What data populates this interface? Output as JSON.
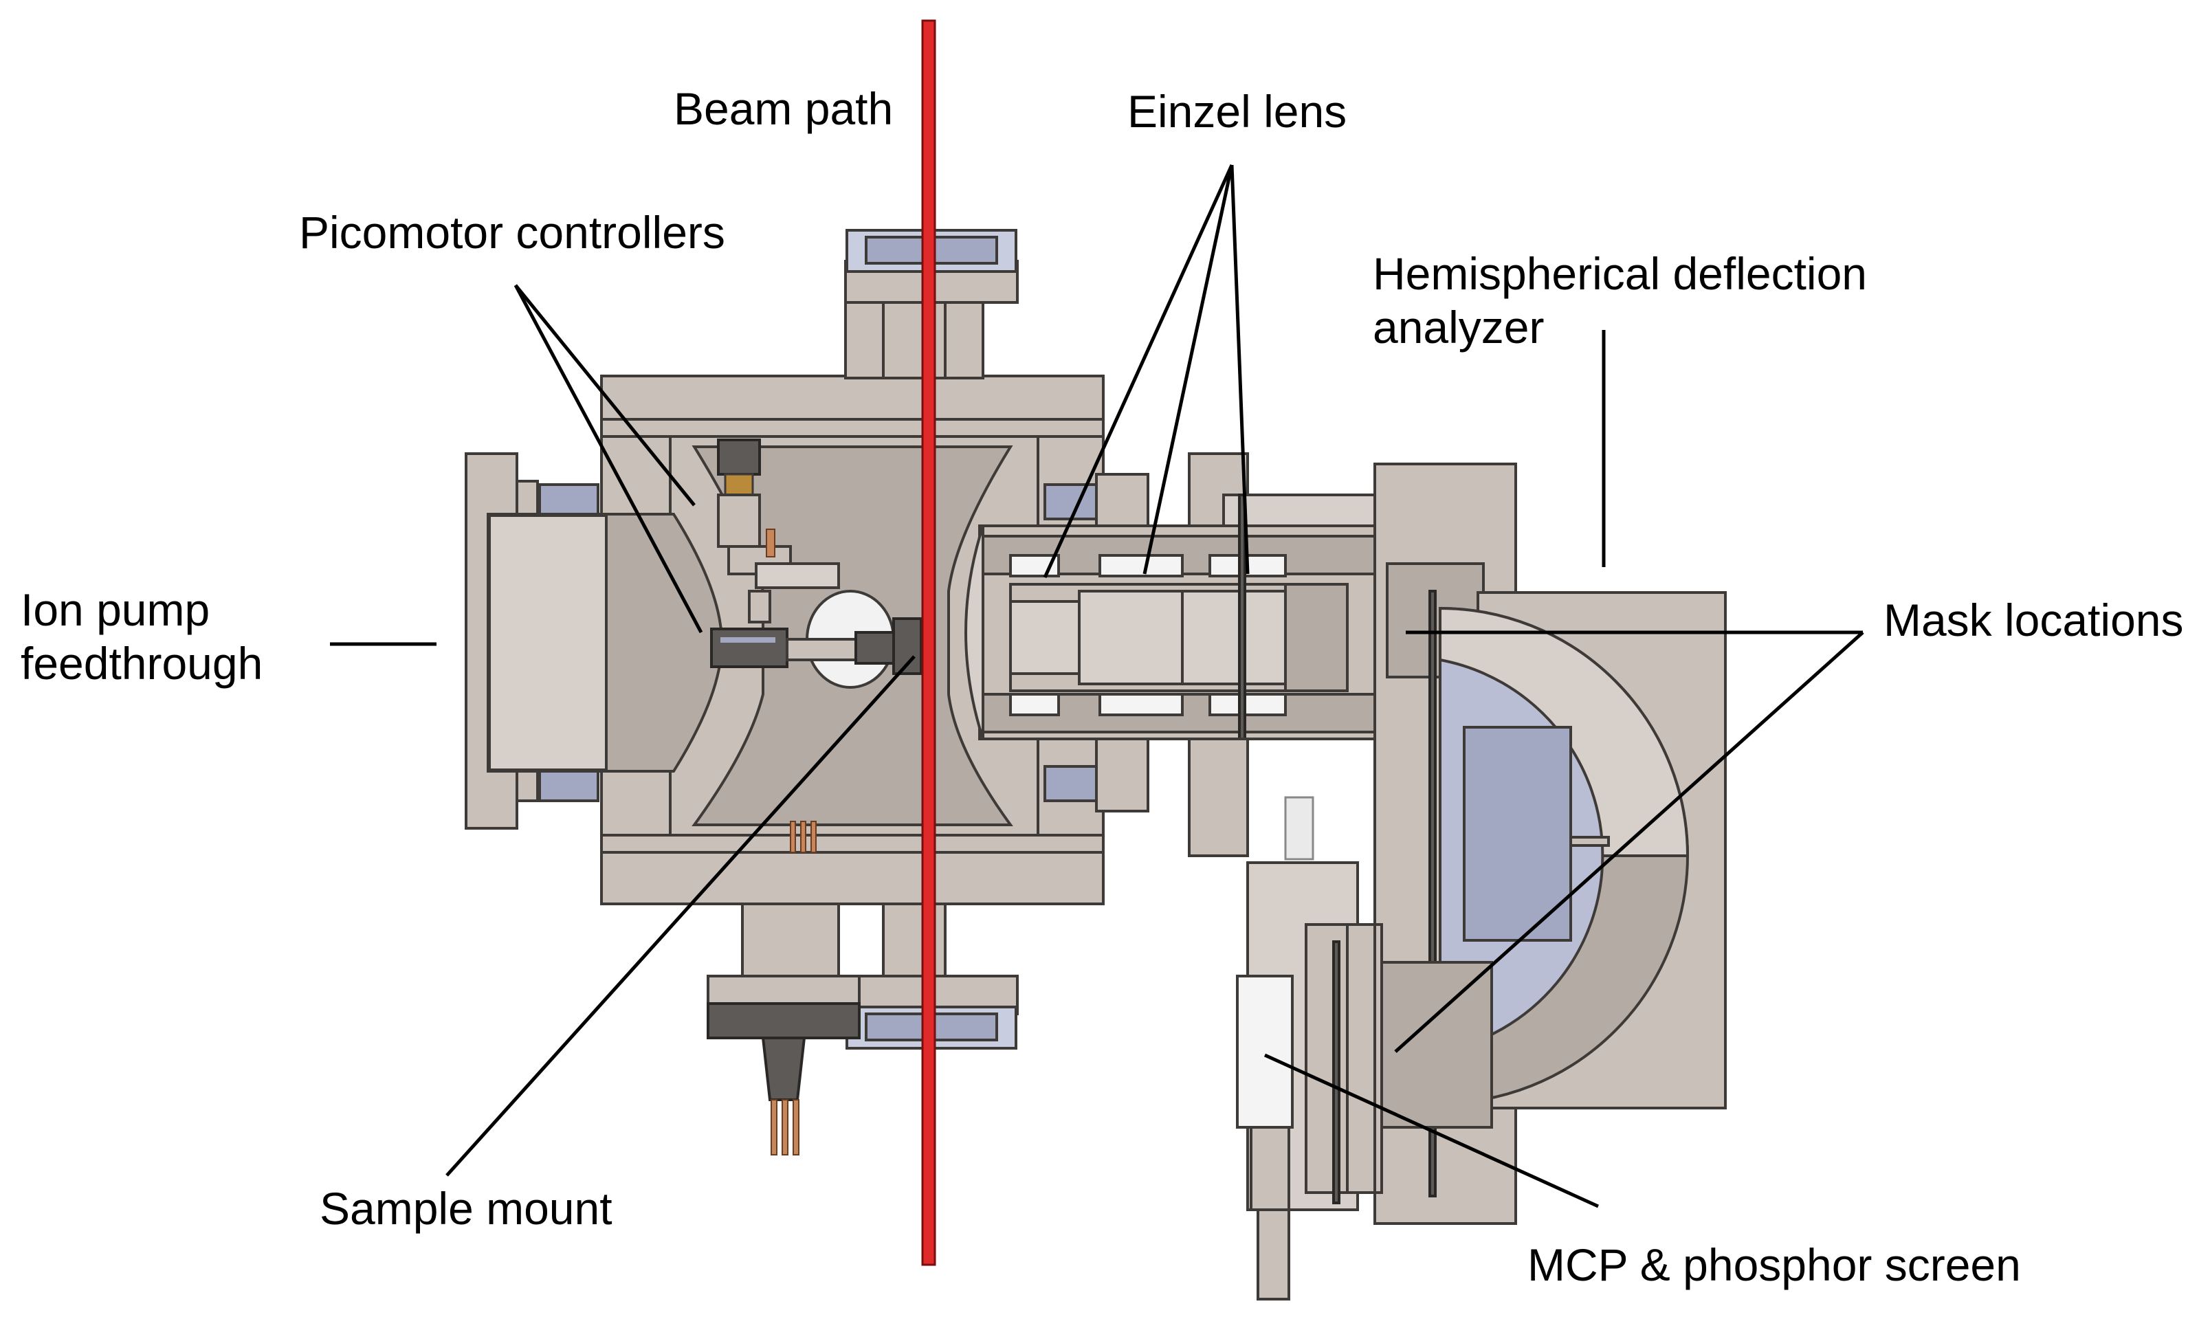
{
  "labels": {
    "beam_path": "Beam path",
    "einzel_lens": "Einzel lens",
    "picomotor_controllers": "Picomotor controllers",
    "hda_line1": "Hemispherical deflection",
    "hda_line2": "analyzer",
    "ion_pump_line1": "Ion pump",
    "ion_pump_line2": "feedthrough",
    "mask_locations": "Mask locations",
    "sample_mount": "Sample mount",
    "mcp_screen": "MCP & phosphor screen"
  },
  "colors": {
    "steel": "#c9c0ba",
    "beam": "#e02a2a",
    "blue_part": "#a3a8c2"
  }
}
